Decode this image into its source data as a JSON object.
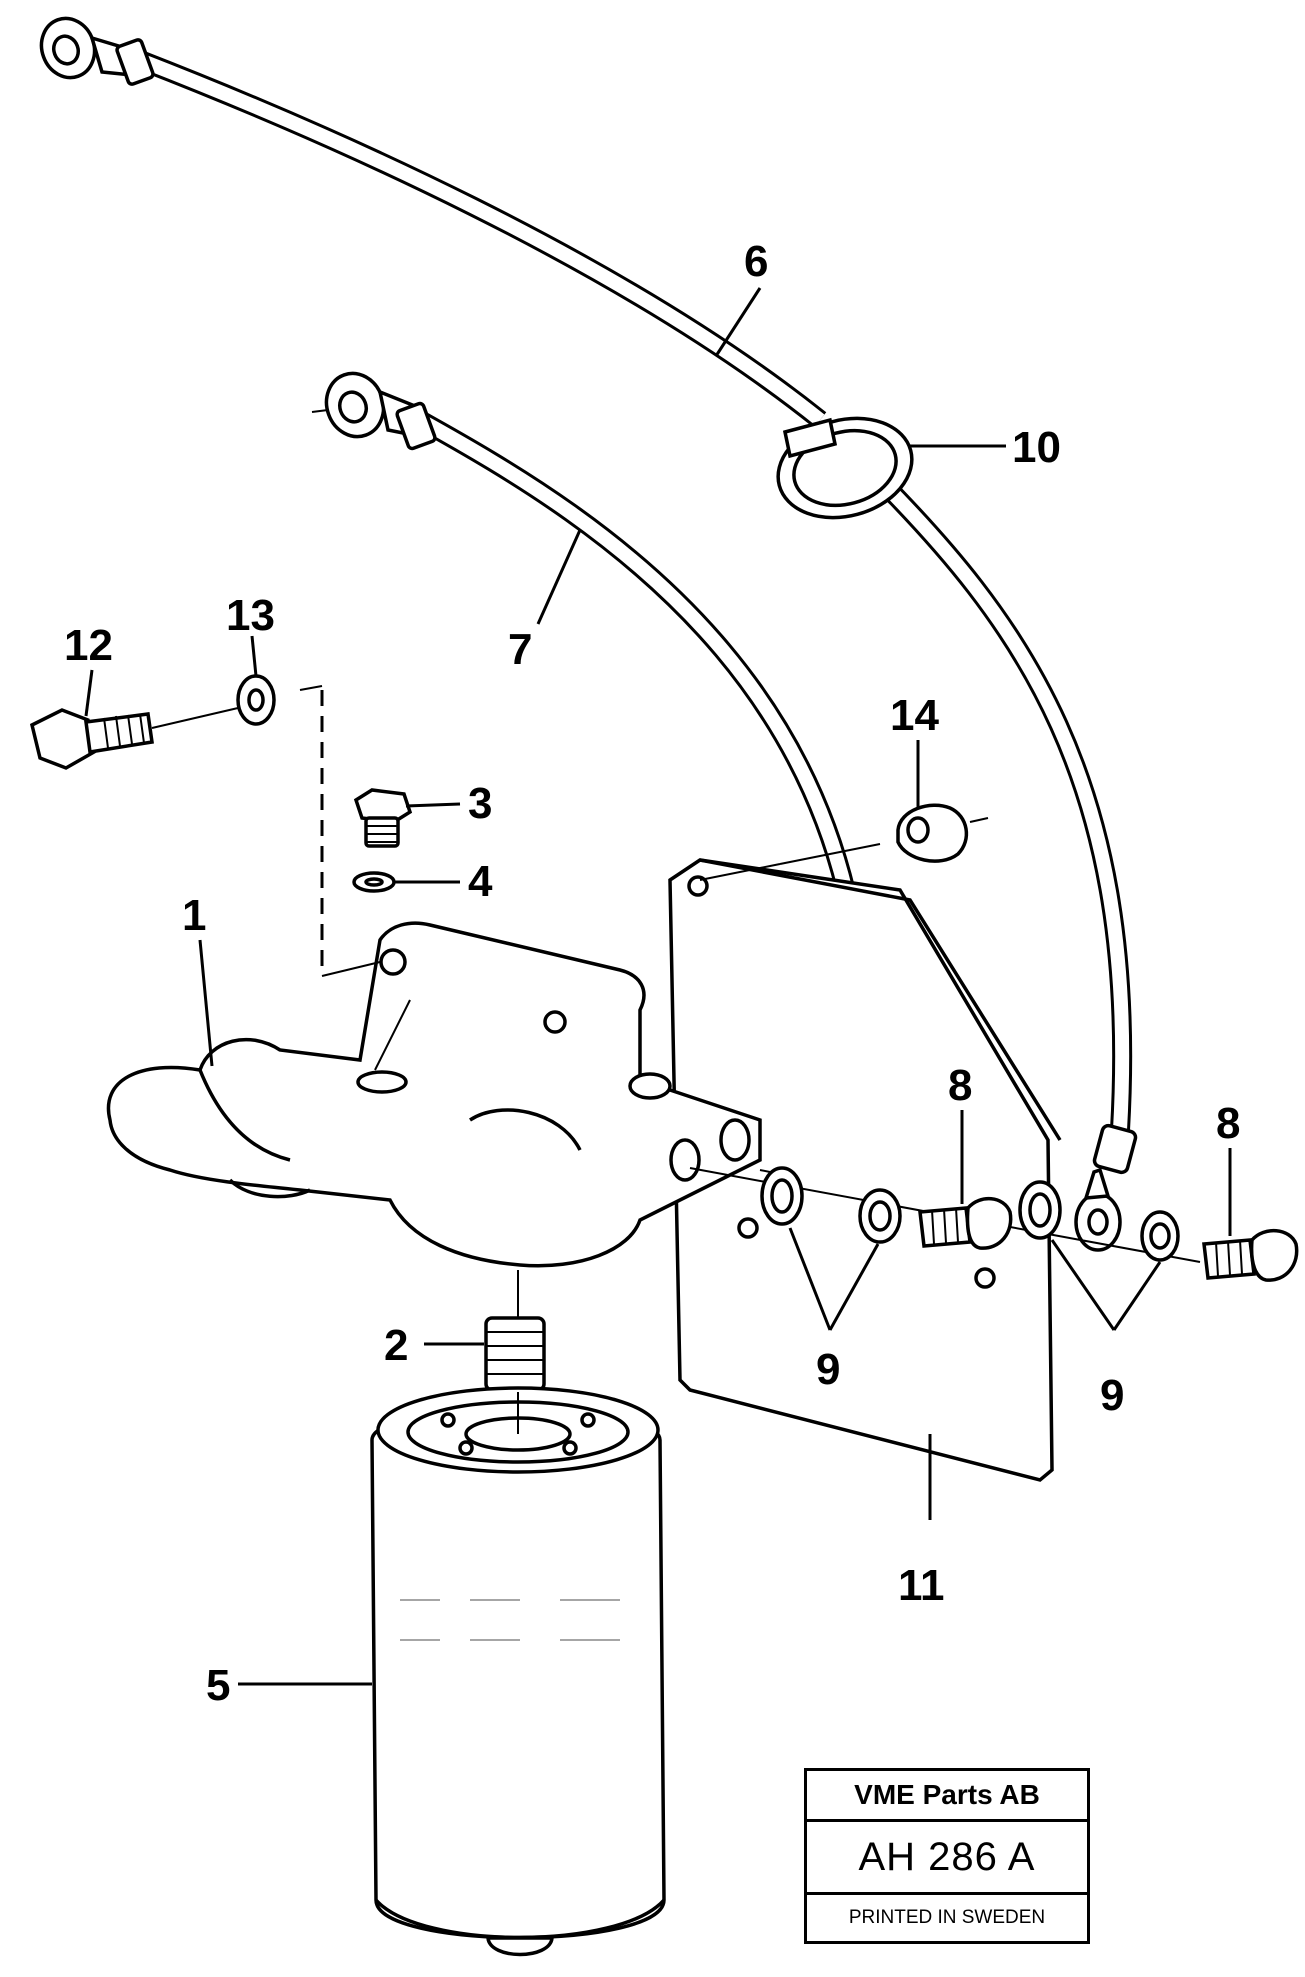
{
  "diagram": {
    "callouts": [
      "1",
      "2",
      "3",
      "4",
      "5",
      "6",
      "7",
      "8",
      "8",
      "9",
      "9",
      "10",
      "11",
      "12",
      "13",
      "14"
    ],
    "callout_items": [
      {
        "label": "1"
      },
      {
        "label": "2"
      },
      {
        "label": "3"
      },
      {
        "label": "4"
      },
      {
        "label": "5"
      },
      {
        "label": "6"
      },
      {
        "label": "7"
      },
      {
        "label": "8"
      },
      {
        "label": "8"
      },
      {
        "label": "9"
      },
      {
        "label": "9"
      },
      {
        "label": "10"
      },
      {
        "label": "11"
      },
      {
        "label": "12"
      },
      {
        "label": "13"
      },
      {
        "label": "14"
      }
    ]
  },
  "stamp": {
    "company": "VME Parts AB",
    "code": "AH 286  A",
    "printed": "PRINTED IN SWEDEN"
  }
}
